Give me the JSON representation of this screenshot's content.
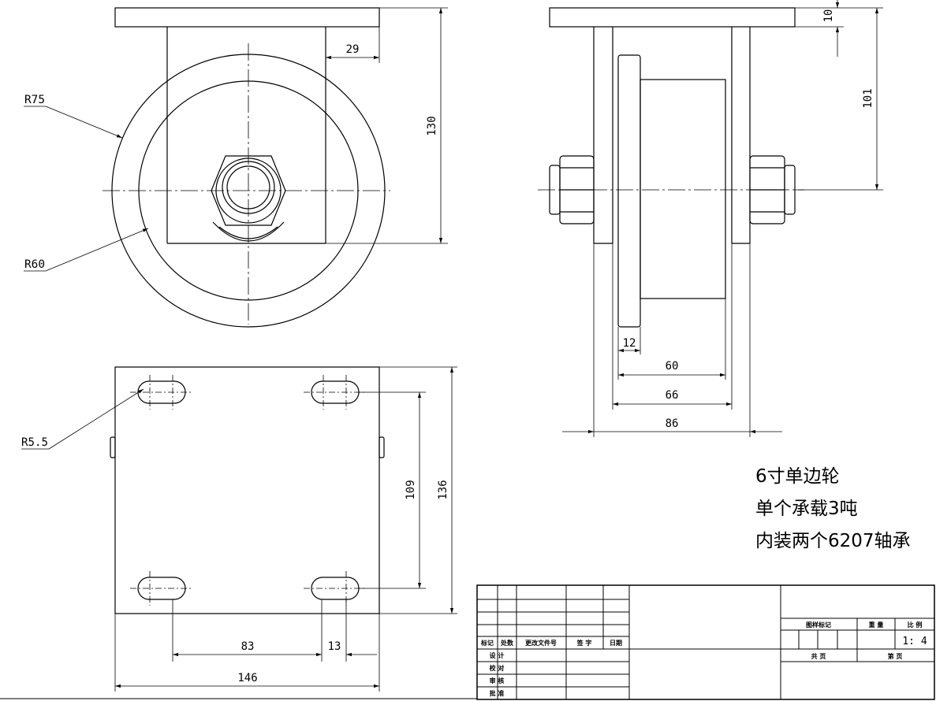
{
  "dimensions": {
    "d29": "29",
    "d130": "130",
    "d10": "10",
    "d101": "101",
    "d12": "12",
    "d60": "60",
    "d66": "66",
    "d86": "86",
    "d109": "109",
    "d136": "136",
    "d83": "83",
    "d13": "13",
    "d146": "146"
  },
  "radius_labels": {
    "r75": "R75",
    "r60": "R60",
    "r55": "R5.5"
  },
  "notes": [
    "6寸单边轮",
    "单个承载3吨",
    "内装两个6207轴承"
  ],
  "title_block": {
    "rev_headers": [
      "标记",
      "处数",
      "更改文件号",
      "签 字",
      "日期"
    ],
    "sign_rows": [
      "设 计",
      "校 对",
      "审 核",
      "批 准"
    ],
    "drawing_mark": "图样标记",
    "weight": "重 量",
    "scale_label": "比 例",
    "scale_value": "1: 4",
    "total_sheets": "共 页",
    "sheet_no": "第 页"
  }
}
